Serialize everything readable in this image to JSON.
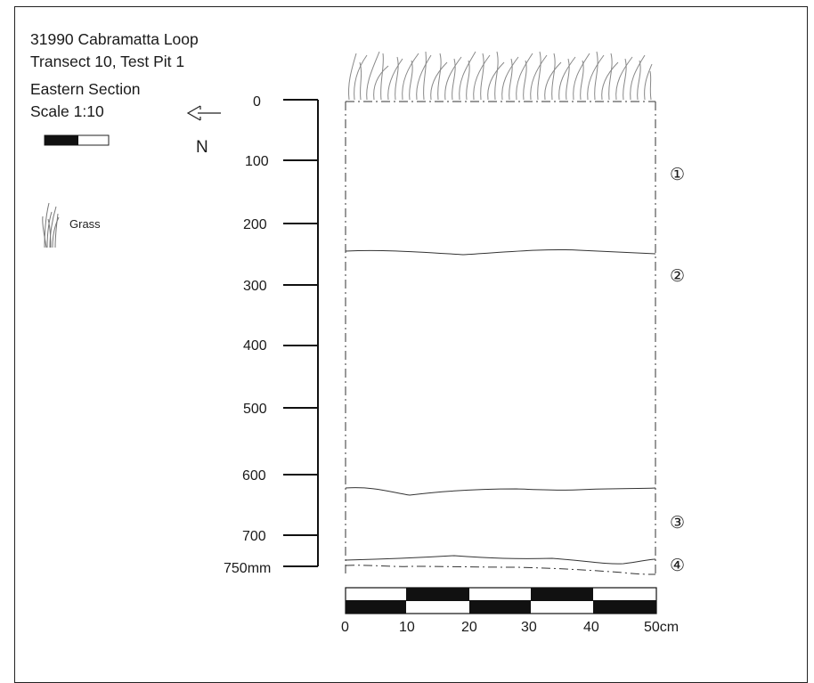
{
  "header": {
    "site": "31990 Cabramatta Loop",
    "transect": "Transect 10, Test Pit 1",
    "section": "Eastern Section",
    "scale": "Scale 1:10"
  },
  "north_label": "N",
  "legend": {
    "label": "Grass",
    "icon": "grass-icon"
  },
  "depth_axis": {
    "ticks": [
      "0",
      "100",
      "200",
      "300",
      "400",
      "500",
      "600",
      "700",
      "750mm"
    ]
  },
  "horizontal_scale": {
    "ticks": [
      "0",
      "10",
      "20",
      "30",
      "40",
      "50cm"
    ]
  },
  "layers": [
    "①",
    "②",
    "③",
    "④"
  ]
}
